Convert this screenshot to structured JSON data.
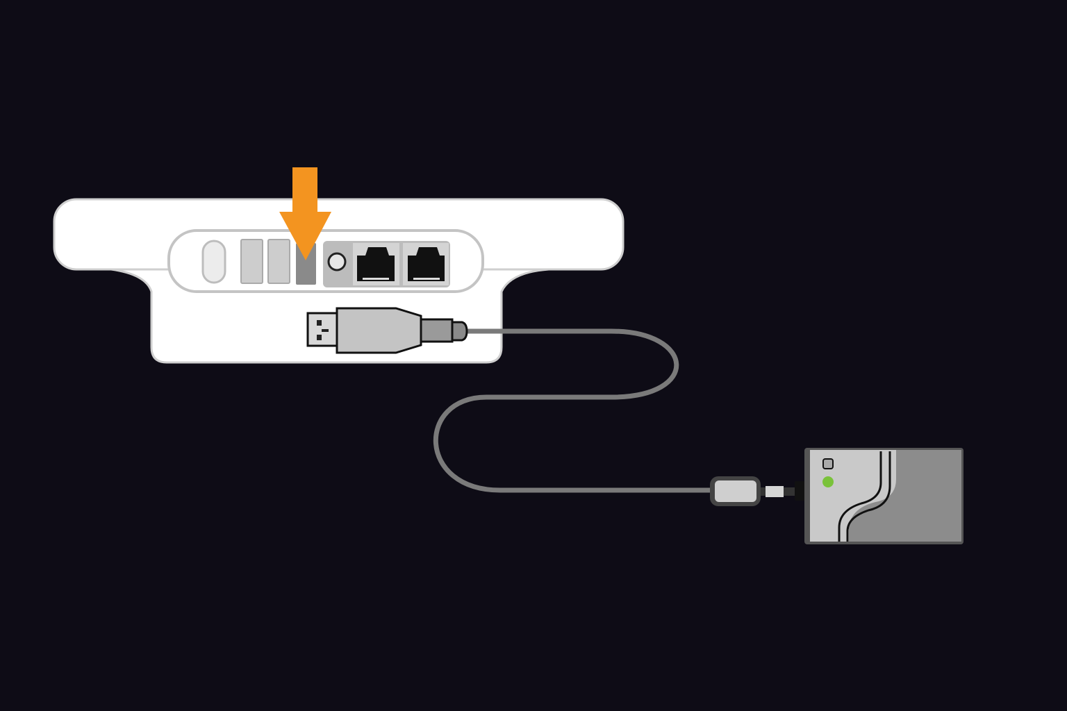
{
  "diagram": {
    "elements": [
      "router",
      "indicator-arrow",
      "usb-plug",
      "cable",
      "external-drive"
    ],
    "highlighted_port": "usb-port",
    "drive_status_led": "on"
  },
  "colors": {
    "background": "#0e0c16",
    "router_body": "#ffffff",
    "arrow": "#f39420",
    "cable": "#7a7a7a",
    "drive_light": "#c9c9c9",
    "drive_dark": "#8c8c8c",
    "led": "#7ac23a"
  }
}
